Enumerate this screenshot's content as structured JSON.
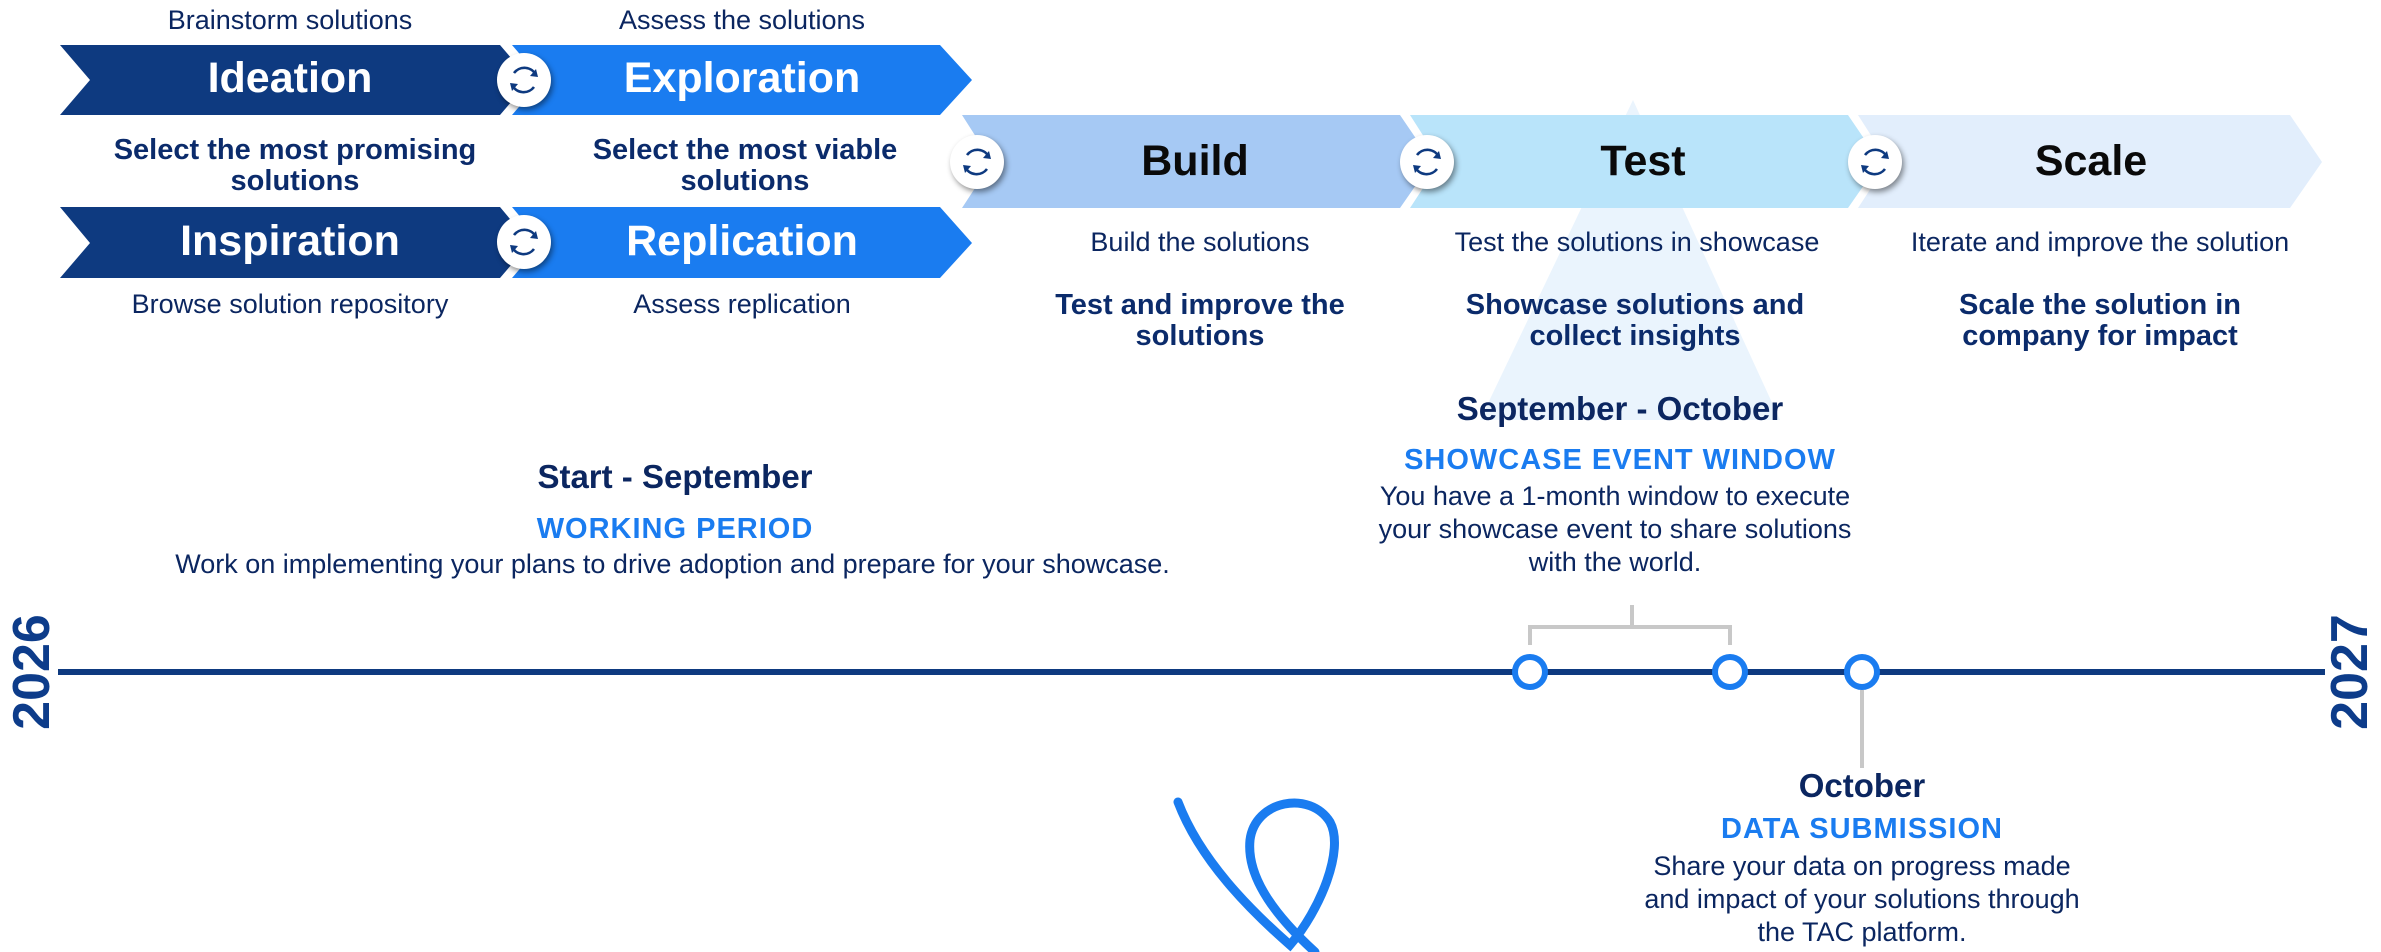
{
  "stages": {
    "ideation": {
      "label": "Ideation",
      "caption": "Brainstorm solutions",
      "bottom_caption": "Select the most promising solutions"
    },
    "exploration": {
      "label": "Exploration",
      "caption": "Assess the solutions",
      "bottom_caption": "Select the most viable solutions"
    },
    "inspiration": {
      "label": "Inspiration",
      "caption": "Browse solution repository"
    },
    "replication": {
      "label": "Replication",
      "caption": "Assess replication"
    },
    "build": {
      "label": "Build",
      "caption": "Build the solutions",
      "bold_caption": "Test and improve the solutions"
    },
    "test": {
      "label": "Test",
      "caption": "Test the solutions in showcase",
      "bold_caption": "Showcase solutions and collect insights"
    },
    "scale": {
      "label": "Scale",
      "caption": "Iterate and improve the solution",
      "bold_caption": "Scale the solution in company for impact"
    }
  },
  "timeline": {
    "start_year": "2026",
    "end_year": "2027",
    "working": {
      "date": "Start - September",
      "title": "WORKING PERIOD",
      "desc": "Work on implementing your plans to drive adoption and prepare for your showcase."
    },
    "showcase": {
      "date": "September - October",
      "title": "SHOWCASE EVENT WINDOW",
      "desc": "You have a 1-month window to execute your showcase event to share solutions with the world."
    },
    "submission": {
      "date": "October",
      "title": "DATA SUBMISSION",
      "desc": "Share your data on progress made and impact of your solutions through the TAC platform."
    }
  },
  "colors": {
    "navy": "#0e3a80",
    "blue": "#1a7cf0",
    "build": "#a6c9f4",
    "test": "#b9e4fa",
    "scale": "#e2eefc",
    "timeline": "#0e3a80"
  },
  "icons": [
    "cycle-icon",
    "swirl-logo"
  ]
}
